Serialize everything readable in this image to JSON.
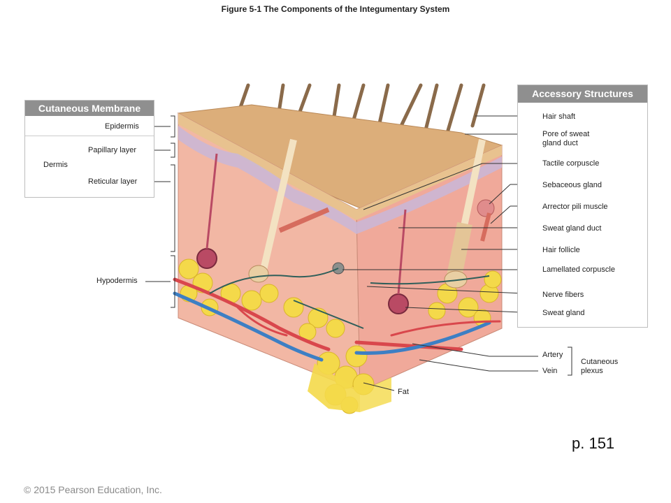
{
  "title": "Figure 5-1  The Components of the Integumentary System",
  "left_panel": {
    "heading": "Cutaneous Membrane",
    "epidermis": "Epidermis",
    "papillary": "Papillary layer",
    "dermis": "Dermis",
    "reticular": "Reticular layer"
  },
  "hypodermis": "Hypodermis",
  "right_panel": {
    "heading": "Accessory Structures",
    "items": [
      "Hair shaft",
      "Pore of sweat\ngland duct",
      "Tactile corpuscle",
      "Sebaceous gland",
      "Arrector pili muscle",
      "Sweat gland duct",
      "Hair follicle",
      "Lamellated corpuscle",
      "Nerve fibers",
      "Sweat gland"
    ]
  },
  "plexus": {
    "artery": "Artery",
    "vein": "Vein",
    "group": "Cutaneous\nplexus"
  },
  "fat": "Fat",
  "page_number": "p.  151",
  "copyright": "© 2015 Pearson Education, Inc.",
  "colors": {
    "panel_header": "#8f8f8f",
    "skin": "#f2b7a4",
    "epidermis": "#e8c28f",
    "fat": "#f4d94a",
    "artery": "#d9474c",
    "vein": "#3d7fc4"
  }
}
